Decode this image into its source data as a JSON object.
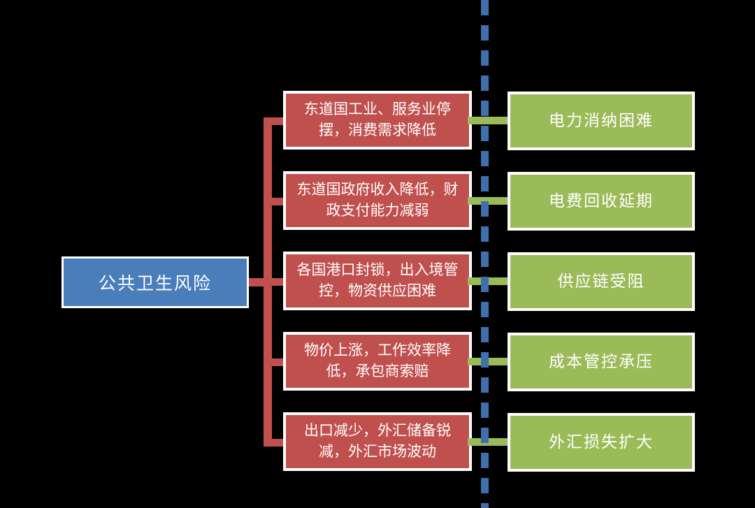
{
  "diagram": {
    "type": "cause-effect-tree",
    "root": {
      "label": "公共卫生风险",
      "color": "#4a7ebb"
    },
    "divider": {
      "name": "dashed-vertical-divider",
      "color": "#3f6fad",
      "style": "dashed"
    },
    "colors": {
      "cause": "#c0504d",
      "effect": "#9bbb59",
      "root": "#4a7ebb",
      "background": "#000000",
      "text": "#ffffff"
    },
    "rows": [
      {
        "cause": "东道国工业、服务业停摆，消费需求降低",
        "effect": "电力消纳困难"
      },
      {
        "cause": "东道国政府收入降低，财政支付能力减弱",
        "effect": "电费回收延期"
      },
      {
        "cause": "各国港口封锁，出入境管控，物资供应困难",
        "effect": "供应链受阻"
      },
      {
        "cause": "物价上涨，工作效率降低，承包商索赔",
        "effect": "成本管控承压"
      },
      {
        "cause": "出口减少，外汇储备锐减，外汇市场波动",
        "effect": "外汇损失扩大"
      }
    ]
  }
}
